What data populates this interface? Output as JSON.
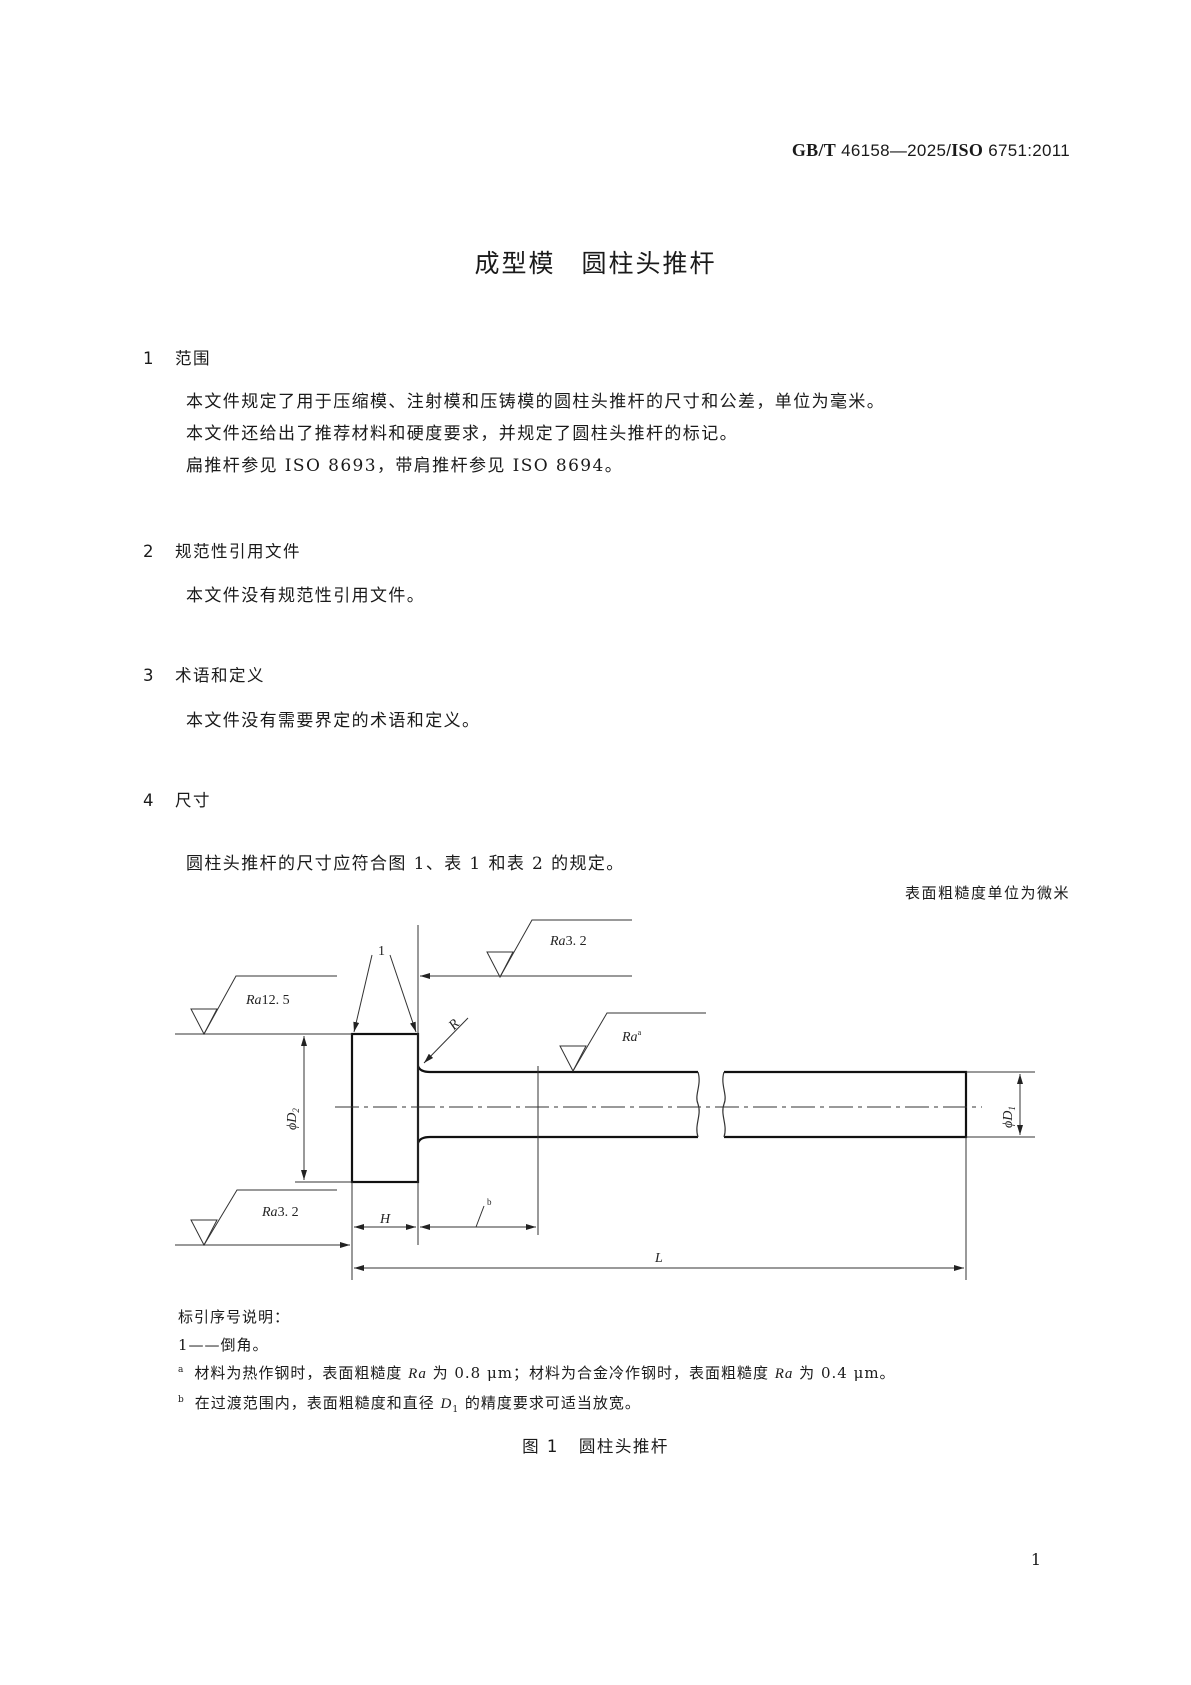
{
  "header": {
    "standard_prefix": "GB/T",
    "standard_number": "46158—2025/",
    "iso_prefix": "ISO",
    "iso_number": "6751:2011"
  },
  "title": {
    "part1": "成型模",
    "part2": "圆柱头推杆"
  },
  "sections": [
    {
      "number": "1",
      "heading": "范围",
      "paragraphs": [
        "本文件规定了用于压缩模、注射模和压铸模的圆柱头推杆的尺寸和公差，单位为毫米。",
        "本文件还给出了推荐材料和硬度要求，并规定了圆柱头推杆的标记。",
        "扁推杆参见 ISO 8693，带肩推杆参见 ISO 8694。"
      ]
    },
    {
      "number": "2",
      "heading": "规范性引用文件",
      "paragraphs": [
        "本文件没有规范性引用文件。"
      ]
    },
    {
      "number": "3",
      "heading": "术语和定义",
      "paragraphs": [
        "本文件没有需要界定的术语和定义。"
      ]
    },
    {
      "number": "4",
      "heading": "尺寸",
      "paragraphs": [
        "圆柱头推杆的尺寸应符合图 1、表 1 和表 2 的规定。"
      ]
    }
  ],
  "figure": {
    "unit_note": "表面粗糙度单位为微米",
    "labels": {
      "callout_1": "1",
      "ra_top": "3. 2",
      "ra_head_top": "12. 5",
      "ra_shank": "a",
      "ra_head_bottom": "3. 2",
      "ra_prefix": "Ra",
      "radius": "R",
      "d2": "D",
      "d2_sub": "2",
      "d1": "D",
      "d1_sub": "1",
      "phi": "ϕ",
      "h": "H",
      "b": "b",
      "l": "L"
    },
    "legend_title": "标引序号说明：",
    "legend_items": [
      "1——倒角。"
    ],
    "footnotes": [
      {
        "mark": "a",
        "text_1": "材料为热作钢时，表面粗糙度 ",
        "ra": "Ra",
        "text_2": " 为 0.8 μm；材料为合金冷作钢时，表面粗糙度 ",
        "ra2": "Ra",
        "text_3": " 为 0.4 μm。"
      },
      {
        "mark": "b",
        "text_1": "在过渡范围内，表面粗糙度和直径 ",
        "d": "D",
        "d_sub": "1",
        "text_2": " 的精度要求可适当放宽。"
      }
    ],
    "caption_number": "图 1",
    "caption_title": "圆柱头推杆"
  },
  "footer": {
    "page_number": "1"
  }
}
